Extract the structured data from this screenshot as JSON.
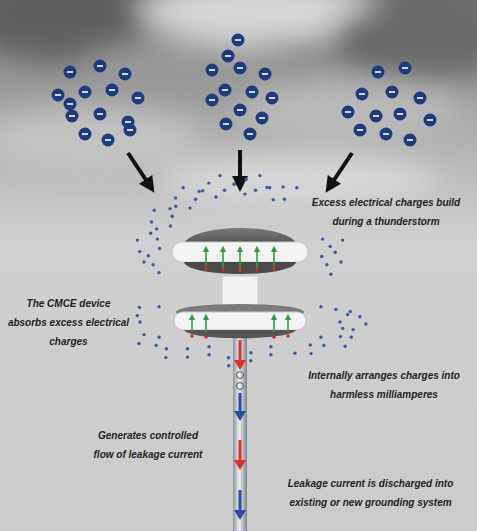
{
  "diagram": {
    "labels": [
      "Excess electrical charges build during a thunderstorm",
      "The CMCE device absorbs excess electrical charges",
      "Internally arranges charges into harmless milliamperes",
      "Generates controlled flow of leakage current",
      "Leakage current is discharged into existing or new grounding system"
    ]
  }
}
